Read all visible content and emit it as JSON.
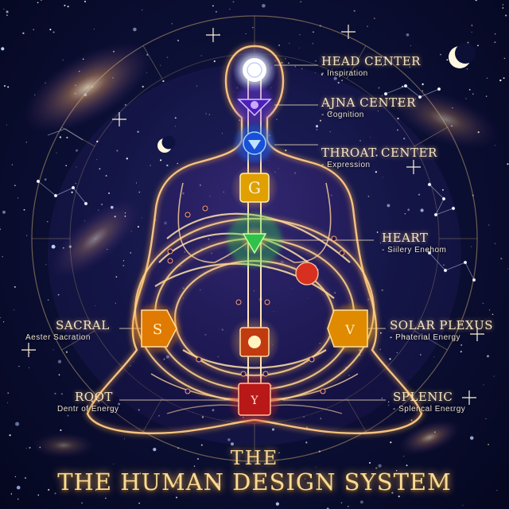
{
  "centers": [
    {
      "key": "head",
      "title": "HEAD CENTER",
      "subtitle": "- Inspiration"
    },
    {
      "key": "ajna",
      "title": "AJNA CENTER",
      "subtitle": "- Cognition"
    },
    {
      "key": "throat",
      "title": "THROAT CENTER",
      "subtitle": "- Expression"
    },
    {
      "key": "heart",
      "title": "HEART",
      "subtitle": "- Siilery Enehom"
    },
    {
      "key": "sacral",
      "title": "SACRAL",
      "subtitle": "Aester Sacration"
    },
    {
      "key": "solar",
      "title": "SOLAR PLEXUS",
      "subtitle": "- Phaterial Energy"
    },
    {
      "key": "root",
      "title": "ROOT",
      "subtitle": "Dentr of Energy"
    },
    {
      "key": "splenic",
      "title": "SPLENIC",
      "subtitle": "- Splencal Enerrgy"
    }
  ],
  "title": {
    "line1": "THE",
    "line2": "THE HUMAN DESIGN SYSTEM"
  },
  "colors": {
    "gold": "#f8dc98",
    "glow": "#ffb347",
    "head": "#ffffff",
    "ajna": "#7b3cff",
    "throat": "#1e6bff",
    "g": "#ffc400",
    "heart": "#2fd84a",
    "sacral": "#ff8a00",
    "solar": "#ffb000",
    "root": "#e0201c",
    "spleen": "#e23a20"
  },
  "glyphs": {
    "g_center": "G",
    "sacral": "S",
    "solar": "V",
    "root": "Y"
  }
}
